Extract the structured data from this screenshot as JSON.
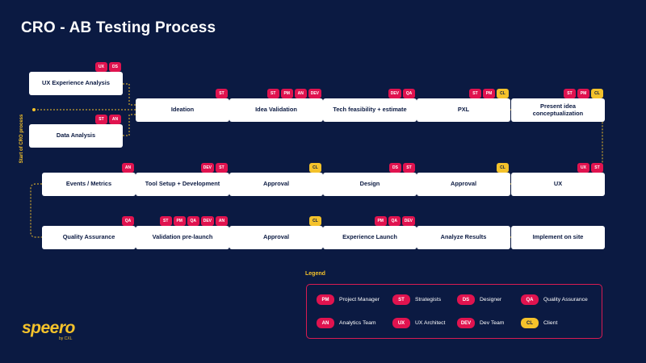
{
  "title": "CRO - AB Testing Process",
  "start_label": "Start of CRO process",
  "colors": {
    "background": "#0b1a42",
    "pink": "#e0134f",
    "yellow": "#f4c22b",
    "node": "#ffffff",
    "node_text": "#0b1a42"
  },
  "nodes": [
    {
      "id": "ux-experience-analysis",
      "label": "UX Experience Analysis",
      "badges": [
        "UX",
        "DS"
      ]
    },
    {
      "id": "data-analysis",
      "label": "Data Analysis",
      "badges": [
        "ST",
        "AN"
      ]
    },
    {
      "id": "ideation",
      "label": "Ideation",
      "badges": [
        "ST"
      ]
    },
    {
      "id": "idea-validation",
      "label": "Idea Validation",
      "badges": [
        "ST",
        "PM",
        "AN",
        "DEV"
      ]
    },
    {
      "id": "tech-feasibility",
      "label": "Tech feasibility + estimate",
      "badges": [
        "DEV",
        "QA"
      ]
    },
    {
      "id": "pxl",
      "label": "PXL",
      "badges": [
        "ST",
        "PM",
        "CL"
      ]
    },
    {
      "id": "present-idea",
      "label": "Present idea conceptualization",
      "badges": [
        "ST",
        "PM",
        "CL"
      ]
    },
    {
      "id": "ux",
      "label": "UX",
      "badges": [
        "UX",
        "ST"
      ]
    },
    {
      "id": "approval-1",
      "label": "Approval",
      "badges": [
        "CL"
      ]
    },
    {
      "id": "design",
      "label": "Design",
      "badges": [
        "DS",
        "ST"
      ]
    },
    {
      "id": "approval-2",
      "label": "Approval",
      "badges": [
        "CL"
      ]
    },
    {
      "id": "tool-setup",
      "label": "Tool Setup + Development",
      "badges": [
        "DEV",
        "ST"
      ]
    },
    {
      "id": "events-metrics",
      "label": "Events / Metrics",
      "badges": [
        "AN"
      ]
    },
    {
      "id": "quality-assurance",
      "label": "Quality Assurance",
      "badges": [
        "QA"
      ]
    },
    {
      "id": "validation-pre-launch",
      "label": "Validation pre-launch",
      "badges": [
        "ST",
        "PM",
        "QA",
        "DEV",
        "AN"
      ]
    },
    {
      "id": "approval-3",
      "label": "Approval",
      "badges": [
        "CL"
      ]
    },
    {
      "id": "experience-launch",
      "label": "Experience Launch",
      "badges": [
        "PM",
        "QA",
        "DEV"
      ]
    },
    {
      "id": "analyze-results",
      "label": "Analyze Results",
      "badges": []
    },
    {
      "id": "implement-on-site",
      "label": "Implement on site",
      "badges": []
    }
  ],
  "legend": {
    "title": "Legend",
    "items": [
      {
        "code": "PM",
        "label": "Project Manager"
      },
      {
        "code": "ST",
        "label": "Strategists"
      },
      {
        "code": "DS",
        "label": "Designer"
      },
      {
        "code": "QA",
        "label": "Quality Assurance"
      },
      {
        "code": "AN",
        "label": "Analytics Team"
      },
      {
        "code": "UX",
        "label": "UX Architect"
      },
      {
        "code": "DEV",
        "label": "Dev Team"
      },
      {
        "code": "CL",
        "label": "Client"
      }
    ]
  },
  "brand": {
    "logo": "speero",
    "byline": "by CXL"
  }
}
